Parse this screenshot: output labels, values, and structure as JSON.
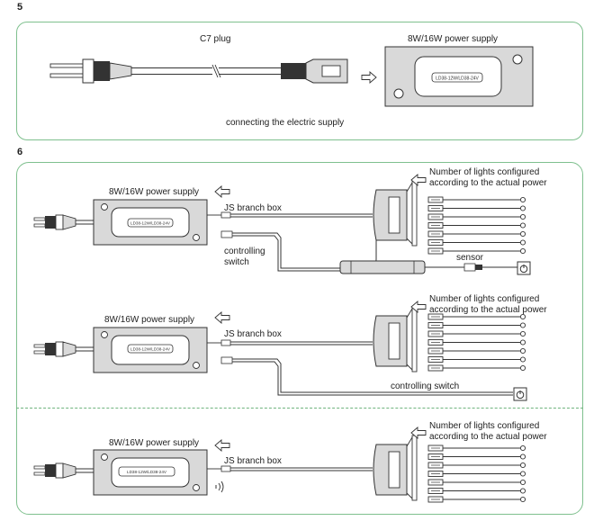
{
  "step5": {
    "number": "5",
    "plug_label": "C7 plug",
    "supply_label": "8W/16W power supply",
    "supply_plate": "LD38-12W/LD38-24V",
    "caption": "connecting the electric supply"
  },
  "step6": {
    "number": "6",
    "rows": [
      {
        "supply_label": "8W/16W power supply",
        "supply_plate": "LD38-12W/LD38-24V",
        "branch_label": "JS branch box",
        "switch_label": "controlling switch",
        "sensor_label": "sensor",
        "lights_label": "Number of lights configured according to the actual power"
      },
      {
        "supply_label": "8W/16W power supply",
        "supply_plate": "LD38-12W/LD38-24V",
        "branch_label": "JS branch box",
        "switch_label": "controlling switch",
        "lights_label": "Number of lights configured according to the actual power"
      },
      {
        "supply_label": "8W/16W power supply",
        "supply_plate": "LD38-12W/LD38-24V",
        "branch_label": "JS branch box",
        "lights_label": "Number of lights configured according to the actual power"
      }
    ]
  },
  "colors": {
    "frame": "#7fc08e",
    "line": "#333333",
    "fill": "#d9d9d9"
  }
}
